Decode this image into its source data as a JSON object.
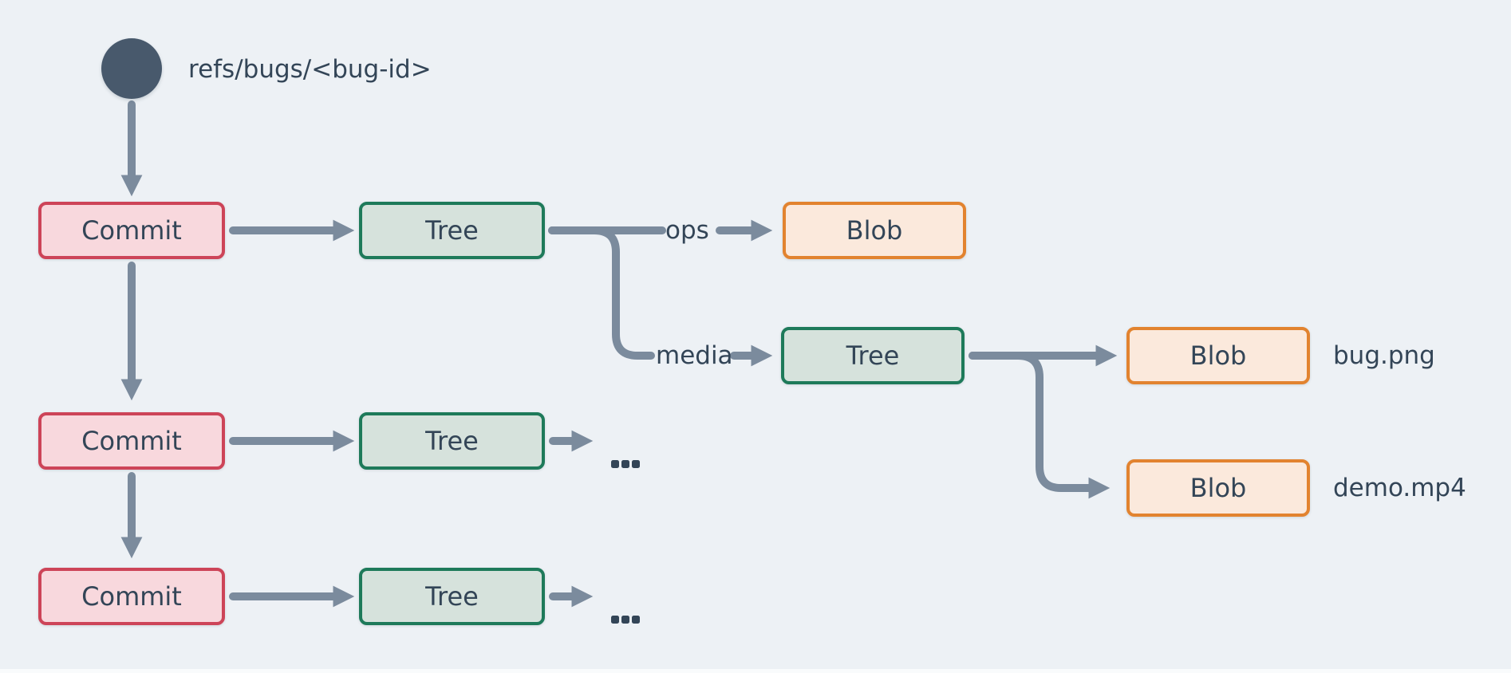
{
  "colors": {
    "page-bg": "#edf1f5",
    "ink": "#334557",
    "line": "#7b8b9d",
    "ref-fill": "#48596c",
    "commit-fill": "#f8d8dd",
    "commit-border": "#cd4458",
    "tree-fill": "#d6e2dc",
    "tree-border": "#1e7a5a",
    "blob-fill": "#fbe9dc",
    "blob-border": "#e2832f",
    "bottom-strip": "#f9fbfc"
  },
  "diagram": {
    "ref_label": "refs/bugs/<bug-id>",
    "commit_label": "Commit",
    "tree_label": "Tree",
    "blob_label": "Blob",
    "edge_ops_label": "ops",
    "edge_media_label": "media",
    "file_bug_label": "bug.png",
    "file_demo_label": "demo.mp4",
    "ellipsis": "..."
  }
}
